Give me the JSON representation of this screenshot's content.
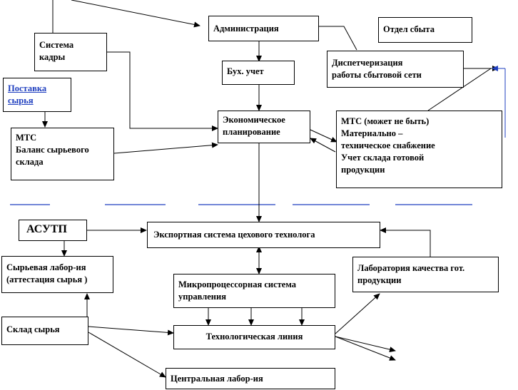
{
  "nodes": [
    {
      "id": "admin",
      "label": "Администрация"
    },
    {
      "id": "sales_dept",
      "label": "Отдел сбыта"
    },
    {
      "id": "personnel",
      "label": "Система\nкадры"
    },
    {
      "id": "dispatch",
      "label": "Диспетчеризация\nработы сбытовой сети"
    },
    {
      "id": "accounting",
      "label": "Бух. учет"
    },
    {
      "id": "raw_supply",
      "label": "Поставка\nсырья"
    },
    {
      "id": "economic",
      "label": "Экономическое\nпланирование"
    },
    {
      "id": "mts_right",
      "label": "МТС   (может не быть)\nМатериально –\nтехническое снабжение\nУчет склада готовой\nпродукции"
    },
    {
      "id": "mts_left",
      "label": "МТС\nБаланс сырьевого\nсклада"
    },
    {
      "id": "asutp",
      "label": "АСУТП"
    },
    {
      "id": "expert",
      "label": "Экспортная система цехового технолога"
    },
    {
      "id": "raw_lab",
      "label": "Сырьевая лабор-ия\n(аттестация сырья )"
    },
    {
      "id": "quality_lab",
      "label": "Лаборатория качества гот.\nпродукции"
    },
    {
      "id": "micro",
      "label": "Микропроцессорная система\nуправления"
    },
    {
      "id": "raw_store",
      "label": "Склад сырья"
    },
    {
      "id": "tech_line",
      "label": "Технологическая  линия"
    },
    {
      "id": "central_lab",
      "label": "Центральная лабор-ия"
    }
  ],
  "colors": {
    "line": "#000000",
    "accent": "#1f3fbf",
    "divider": "#1f3fbf"
  }
}
